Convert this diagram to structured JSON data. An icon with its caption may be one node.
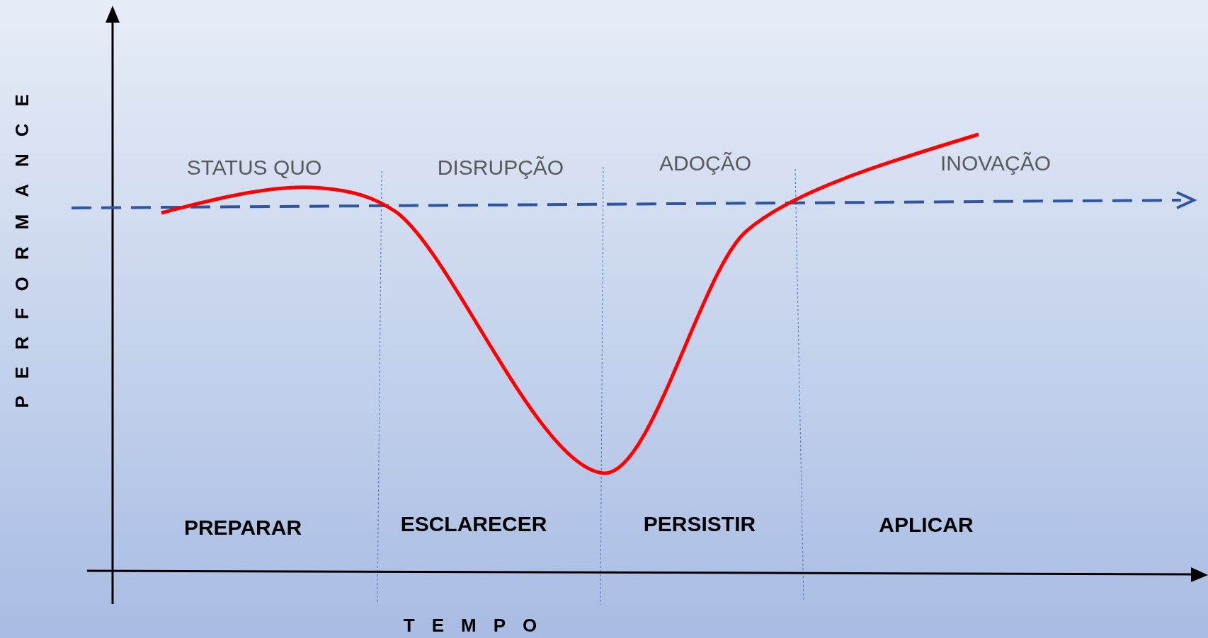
{
  "diagram": {
    "labels": [
      "PERFORMANCE",
      "STATUS QUO",
      "DISRUPÇÃO",
      "ADOÇÃO",
      "INOVAÇÃO",
      "PREPARAR",
      "ESCLARECER",
      "PERSISTIR",
      "APLICAR",
      "TEMPO"
    ]
  }
}
